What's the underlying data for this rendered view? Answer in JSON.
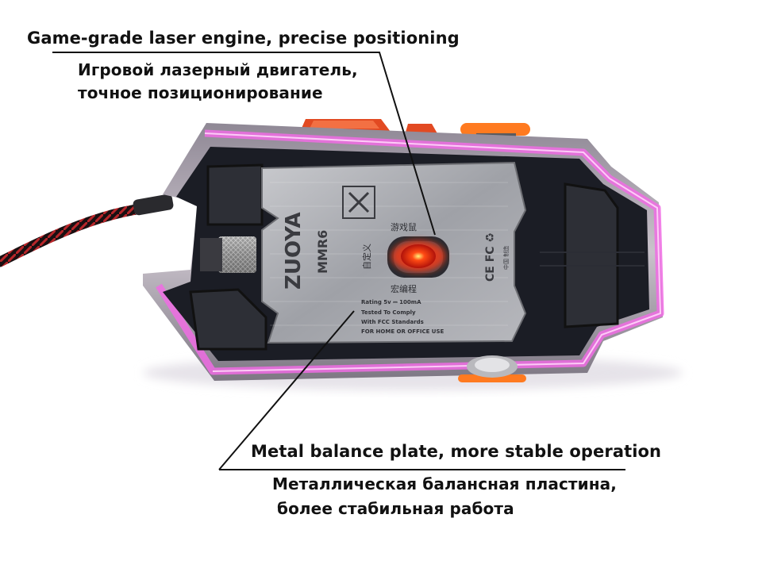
{
  "annotations": {
    "top_en": "Game-grade laser engine, precise positioning",
    "top_ru_line1": "Игровой лазерный двигатель,",
    "top_ru_line2": "точное позиционирование",
    "bottom_en": "Metal balance plate, more stable operation",
    "bottom_ru_line1": "Металлическая балансная пластина,",
    "bottom_ru_line2": "более стабильная работа"
  },
  "plate": {
    "brand": "ZUOYA",
    "model": "MMR6",
    "cn_top": "游戏鼠",
    "cn_left": "自定义",
    "cn_bottom": "宏编程",
    "rating_line1": "Rating 5v ⎓ 100mA",
    "rating_line2": "Tested To Comply",
    "rating_line3": "With FCC Standards",
    "rating_line4": "FOR HOME OR OFFICE USE",
    "cert_marks": "CE FC ♻",
    "cert_cn": "中国 制造"
  },
  "colors": {
    "accent_pink": "#e85ad8",
    "sensor_red": "#ff2a10",
    "orange_button": "#ff7a20",
    "body_dark": "#1b1d25",
    "metal": "#a9aab0"
  }
}
